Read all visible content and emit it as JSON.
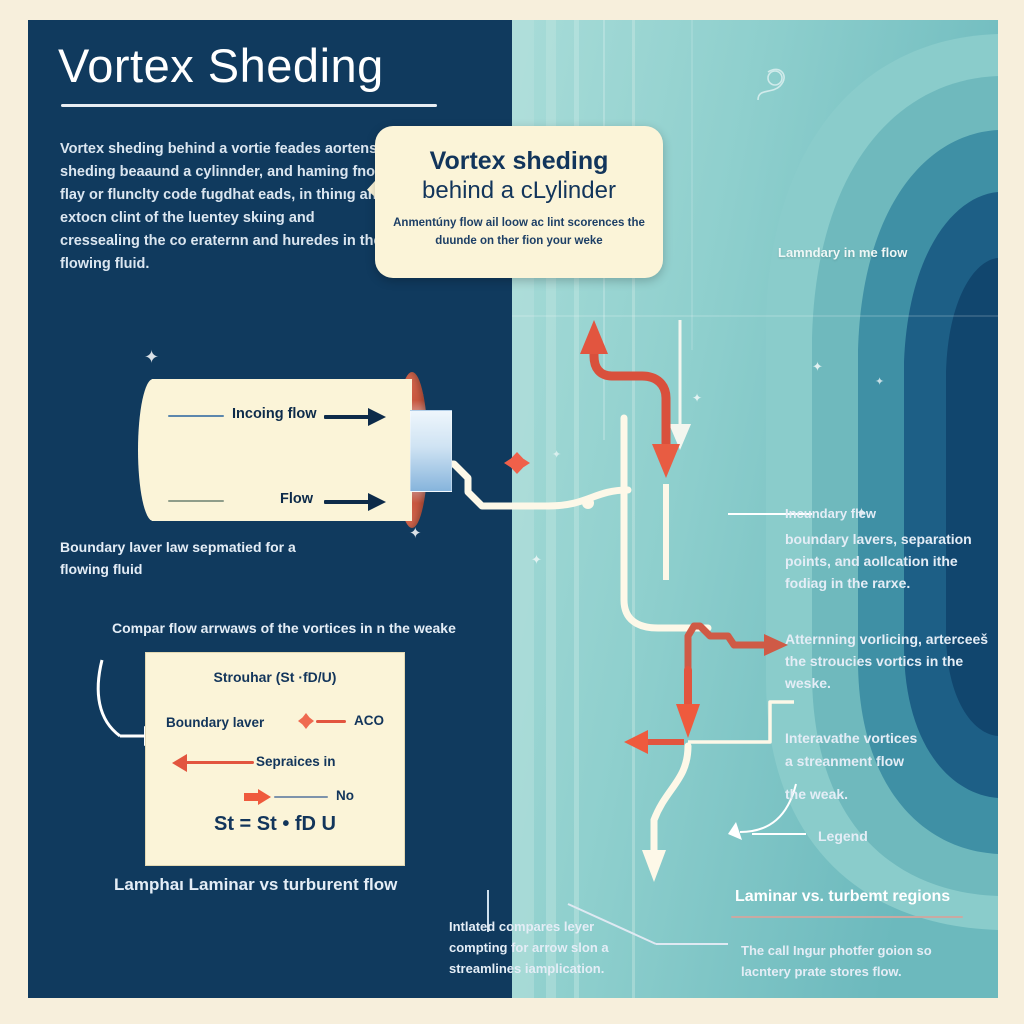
{
  "colors": {
    "frame_cream": "#f7efdc",
    "panel_navy": "#103a5e",
    "card_cream": "#fbf4d8",
    "accent_red": "#e2553f",
    "teal_light": "#8fd0cd",
    "teal_mid": "#69b6b8",
    "teal_deep": "#2f7d92",
    "navy_deep": "#11466e"
  },
  "header": {
    "title": "Vortex Sheding",
    "intro": "Vortex sheding behind a vortie feades aortens sheding beaaund a cylinnder, and haming fnow, flay or flunclty code fugdhat eads, in thinıg ane extocn clint of the luentey skıing and cressealing the co eraternn and huredes in the flowing fluid."
  },
  "callout": {
    "line1": "Vortex sheding",
    "line2": "behind a cLylinder",
    "sub": "Anmentúny flow ail loow ac lint scorences the duunde on ther fion your weke"
  },
  "cylinder": {
    "label_top": "Incoing flow",
    "label_bottom": "Flow",
    "caption": "Boundary laver law sepmatied for a flowing fluid"
  },
  "flowfield": {
    "laminar_label": "Lamndary in me flow"
  },
  "compare_caption": "Compar flow arrwaws of the vortices in n the weake",
  "legend": {
    "title": "Strouhar (St ·fD/U)",
    "row_boundary": "Boundary laver",
    "row_aoo": "ACO",
    "row_separates": "Sepraices in",
    "row_no": "No",
    "equation": "St = St • fD U",
    "caption": "Lamphaı Laminar vs turburent flow"
  },
  "annotations": {
    "a1_head": "Incundary flew",
    "a1_body": "boundary lavers, separation points, and aoIlcation ithe fodiag in the rarxe.",
    "a2_body": "Atternning vorIicing, arterceеš the stroucies vortics in the weske.",
    "a3_line1": "Interavathe vortices",
    "a3_line2": "a streanment flow",
    "a3_line3": "the weak.",
    "a4_label": "Legend"
  },
  "bottom": {
    "center_text": "Intlated compares leyer compting for arrow slon a streamlines iamplication.",
    "section_title": "Laminar vs. turbemt regions",
    "section_body": "The call Ingur photfer goion so lacntery prate stores flow."
  }
}
